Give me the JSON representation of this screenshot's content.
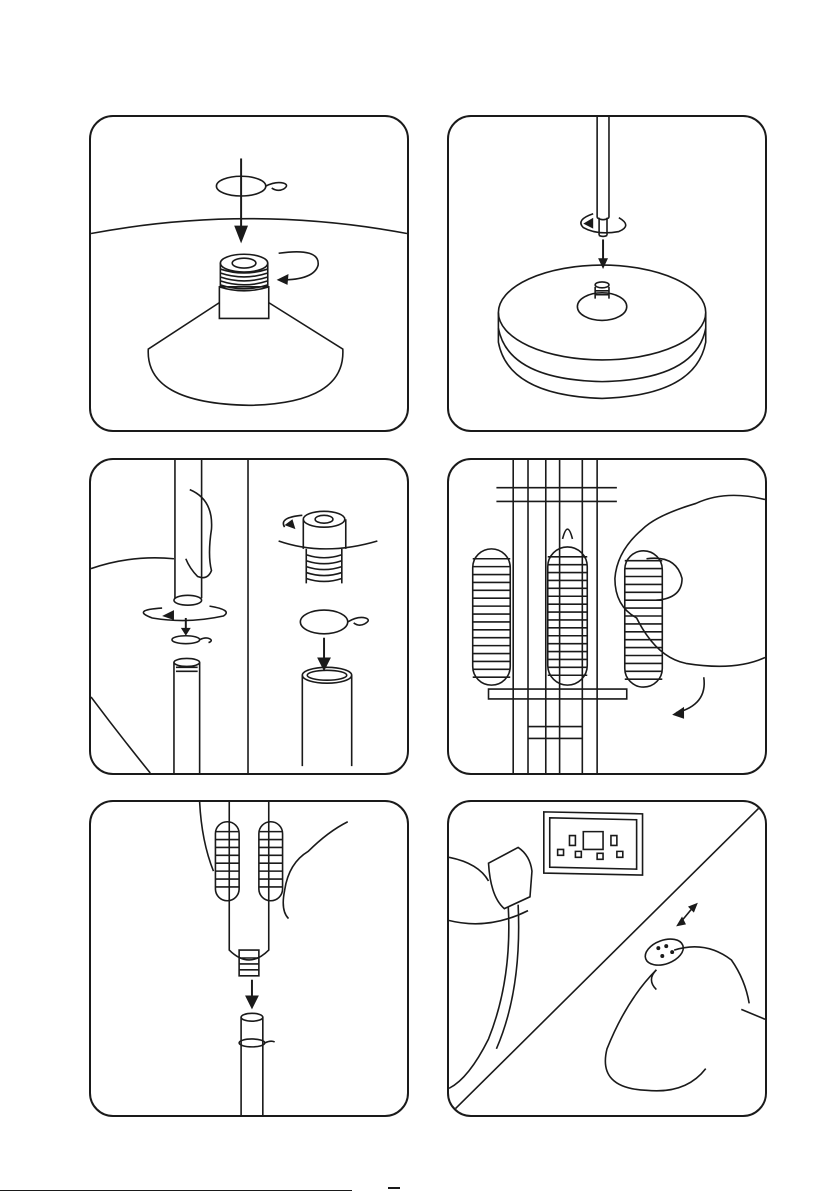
{
  "page": {
    "panels": [
      {
        "id": "p1",
        "illustration": "ring-clip-onto-base-connector"
      },
      {
        "id": "p2",
        "illustration": "pole-into-weighted-base"
      },
      {
        "id": "p3",
        "illustration": "join-pole-sections-with-clip"
      },
      {
        "id": "p4",
        "illustration": "hang-springs-on-frame"
      },
      {
        "id": "p5",
        "illustration": "mount-spring-unit-on-pole"
      },
      {
        "id": "p6",
        "illustration": "plug-in-and-adjust-fitting"
      }
    ]
  }
}
